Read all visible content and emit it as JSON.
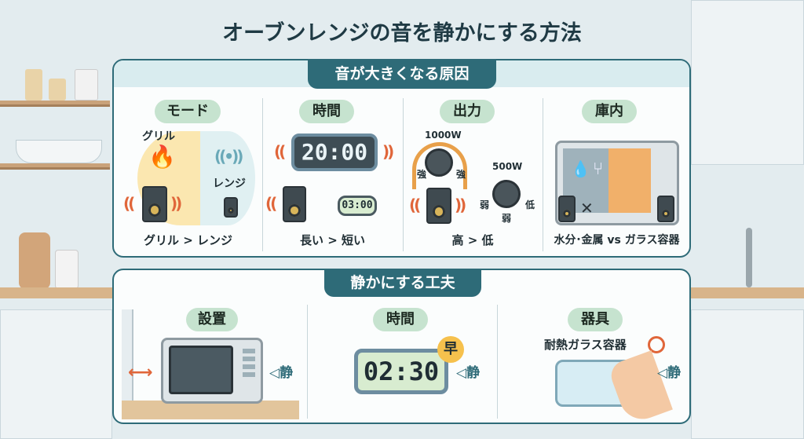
{
  "title": "オーブンレンジの音を静かにする方法",
  "causes": {
    "heading": "音が大きくなる原因",
    "columns": [
      {
        "label": "モード",
        "grill": "グリル",
        "range": "レンジ",
        "caption": "グリル > レンジ",
        "icons": [
          "fire-icon",
          "speaker-icon",
          "wave-icon"
        ]
      },
      {
        "label": "時間",
        "long_timer": "20:00",
        "short_timer": "03:00",
        "caption": "長い > 短い"
      },
      {
        "label": "出力",
        "high_watt": "1000W",
        "low_watt": "500W",
        "strong": "強",
        "weak": "弱",
        "low": "低",
        "caption": "高 > 低"
      },
      {
        "label": "庫内",
        "caption": "水分･金属 vs ガラス容器",
        "icons": [
          "water-drop-icon",
          "fork-icon",
          "cross-icon",
          "glass-container-icon"
        ]
      }
    ]
  },
  "tips": {
    "heading": "静かにする工夫",
    "quiet": "静",
    "columns": [
      {
        "label": "設置"
      },
      {
        "label": "時間",
        "timer": "02:30",
        "badge": "早"
      },
      {
        "label": "器具",
        "item": "耐熱ガラス容器"
      }
    ]
  },
  "colors": {
    "accent": "#2e6b78",
    "pill": "#c6e3cf",
    "warm": "#e0663a"
  }
}
